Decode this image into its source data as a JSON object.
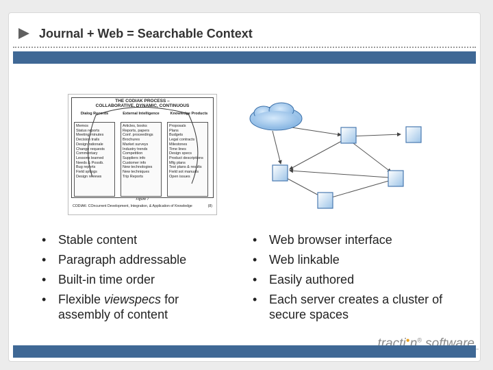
{
  "slide": {
    "title": "Journal + Web = Searchable Context",
    "colors": {
      "bar": "#3f6895",
      "background": "#ffffff"
    }
  },
  "figure": {
    "title_line1": "THE CODIAK PROCESS –",
    "title_line2": "COLLABORATIVE, DYNAMIC, CONTINUOUS",
    "columns": [
      {
        "heading": "Dialog Records",
        "items": [
          "Memos",
          "Status reports",
          "Meeting minutes",
          "Decision trails",
          "Design rationale",
          "Change requests",
          "Commentary",
          "Lessons learned",
          "Needs & Possib.",
          "Bug reports",
          "Field sptlogs",
          "Design reviews"
        ]
      },
      {
        "heading": "External Intelligence",
        "items": [
          "Articles, books",
          "Reports, papers",
          "Conf. proceedings",
          "Brochures",
          "Market surveys",
          "Industry trends",
          "Competition",
          "Suppliers info",
          "Customer info",
          "New technologies",
          "New techniques",
          "Trip Reports"
        ]
      },
      {
        "heading": "Knowledge Products",
        "items": [
          "Proposals",
          "Plans",
          "Budgets",
          "Legal contracts",
          "Milestones",
          "Time lines",
          "Design specs",
          "Product descriptions",
          "Mfg plans",
          "Test plans & results",
          "Field sot manuals",
          "Open issues"
        ]
      }
    ],
    "subcaption": "Figure 7",
    "caption": "CODIAK: COncurrent Development, Integration, & Application of Knowledge",
    "number": "(8)"
  },
  "left_bullets": [
    {
      "text": "Stable content",
      "italic": "",
      "rest": ""
    },
    {
      "text": "Paragraph addressable",
      "italic": "",
      "rest": ""
    },
    {
      "text": "Built-in time order",
      "italic": "",
      "rest": ""
    },
    {
      "text": "Flexible ",
      "italic": "viewspecs",
      "rest": " for assembly of content"
    }
  ],
  "right_bullets": [
    "Web browser interface",
    "Web linkable",
    "Easily authored",
    "Each server creates a cluster of secure spaces"
  ],
  "logo": {
    "part1": "tracti",
    "dot": "●",
    "part2": "n",
    "reg": "®",
    "part3": " software"
  }
}
